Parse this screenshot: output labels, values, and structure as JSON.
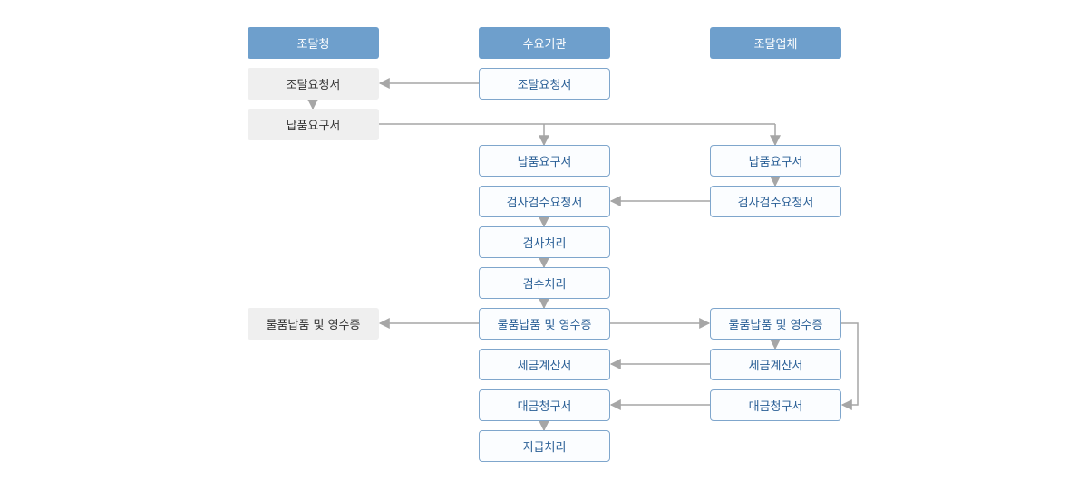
{
  "headers": {
    "procurement_office": "조달청",
    "demand_agency": "수요기관",
    "supplier": "조달업체"
  },
  "procurement_office": {
    "request": "조달요청서",
    "delivery_demand": "납품요구서",
    "delivery_receipt": "물품납품 및 영수증"
  },
  "demand_agency": {
    "request": "조달요청서",
    "delivery_demand": "납품요구서",
    "inspection_request": "검사검수요청서",
    "inspection": "검사처리",
    "acceptance": "검수처리",
    "delivery_receipt": "물품납품 및 영수증",
    "tax_invoice": "세금계산서",
    "payment_claim": "대금청구서",
    "payment": "지급처리"
  },
  "supplier": {
    "delivery_demand": "납품요구서",
    "inspection_request": "검사검수요청서",
    "delivery_receipt": "물품납품 및 영수증",
    "tax_invoice": "세금계산서",
    "payment_claim": "대금청구서"
  },
  "colors": {
    "header_bg": "#6e9fcc",
    "node_border": "#7fa6cc",
    "node_text": "#2a5f96",
    "gray_bg": "#efefef",
    "arrow": "#a6a6a6"
  }
}
